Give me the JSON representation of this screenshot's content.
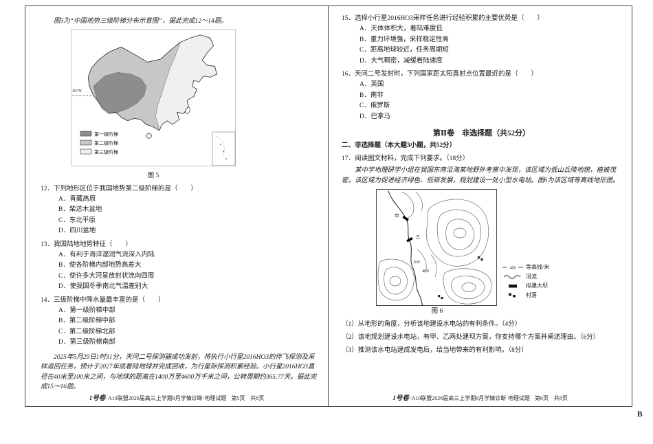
{
  "meta": {
    "corner_label": "B"
  },
  "footer": {
    "brand": "1号卷",
    "title": "·A10联盟2026届高三上学期9月学情诊断·地理试题",
    "left_pages": "第5页　共8页",
    "right_pages": "第6页　共8页"
  },
  "left": {
    "intro_12_14": "图5为“中国地势三级阶梯分布示意图”，据此完成12～14题。",
    "figure5": {
      "lat_label": "30°N",
      "caption": "图 5",
      "legend": [
        {
          "label": "第一级阶梯",
          "color": "#8d8d8d"
        },
        {
          "label": "第二级阶梯",
          "color": "#c7c7c7"
        },
        {
          "label": "第三级阶梯",
          "color": "#f0f0f0"
        }
      ]
    },
    "q12": {
      "stem": "12．下列地形区位于我国地势第二级阶梯的是（　　）",
      "options": [
        "A．青藏高原",
        "B．柴达木盆地",
        "C．东北平原",
        "D．四川盆地"
      ]
    },
    "q13": {
      "stem": "13．我国陆地地势特征（　　）",
      "options": [
        "A．有利于海洋湿润气流深入内陆",
        "B．使各阶梯内部地势高差大",
        "C．使许多大河呈放射状流向四周",
        "D．使我国冬季南北气温差别大"
      ]
    },
    "q14": {
      "stem": "14．三级阶梯中降水量最丰富的是（　　）",
      "options": [
        "A．第一级阶梯中部",
        "B．第二级阶梯中部",
        "C．第二级阶梯北部",
        "D．第三级阶梯南部"
      ]
    },
    "intro_15_16": "2025年5月29日1时31分，天问二号探测器成功发射，将执行小行星2016HO3的伴飞探测及采样返回任务，预计于2027年底着陆地球并完成回收，为行星际探测积累经验。小行星2016HO3直径在40米至100米之间，与地球的距离在1400万至4600万千米之间，公转周期约365.77天。据此完成15～16题。"
  },
  "right": {
    "q15": {
      "stem": "15．选择小行星2016HO3采样任务进行经验积累的主要优势是（　　）",
      "options": [
        "A．天体体积大，着陆难度低",
        "B．重力环境强，采样稳定性高",
        "C．距离地球较近，任务周期短",
        "D．大气稠密，减缓着陆速度"
      ]
    },
    "q16": {
      "stem": "16．天问二号发射时，下列国家距太阳直射点位置最近的是（　　）",
      "options": [
        "A．英国",
        "B．南非",
        "C．俄罗斯",
        "D．巴拿马"
      ]
    },
    "section2": {
      "title": "第Ⅱ卷　非选择题（共52分）",
      "subtitle": "二、非选择题（本大题3小题，共52分）"
    },
    "q17": {
      "stem": "17．阅读图文材料，完成下列要求。（18分）",
      "material": "某中学地理研学小组在我国东南沿海某地野外考察中发现，该区域为低山丘陵地貌，植被茂密。该区域为促进经济绿色、低碳发展，规划建设一处小型水电站。图6为该区域等高线地形图。",
      "figure6": {
        "caption": "图 6",
        "labels": {
          "contour_200": "200",
          "contour_400": "400",
          "dam_a": "甲",
          "dam_b": "乙"
        },
        "legend": {
          "contour_value": "400",
          "contour_label": "等高线/米",
          "river": "河流",
          "dam": "拟建大坝",
          "village": "村落"
        }
      },
      "sub_questions": [
        "（1）从地形的角度，分析该地建设水电站的有利条件。（4分）",
        "（2）该地规划建设水电站，有甲、乙两处建坝方案，你支持哪个方案并阐述理由。（6分）",
        "（3）推测该水电站建成发电后，给当地带来的有利影响。（8分）"
      ]
    }
  }
}
